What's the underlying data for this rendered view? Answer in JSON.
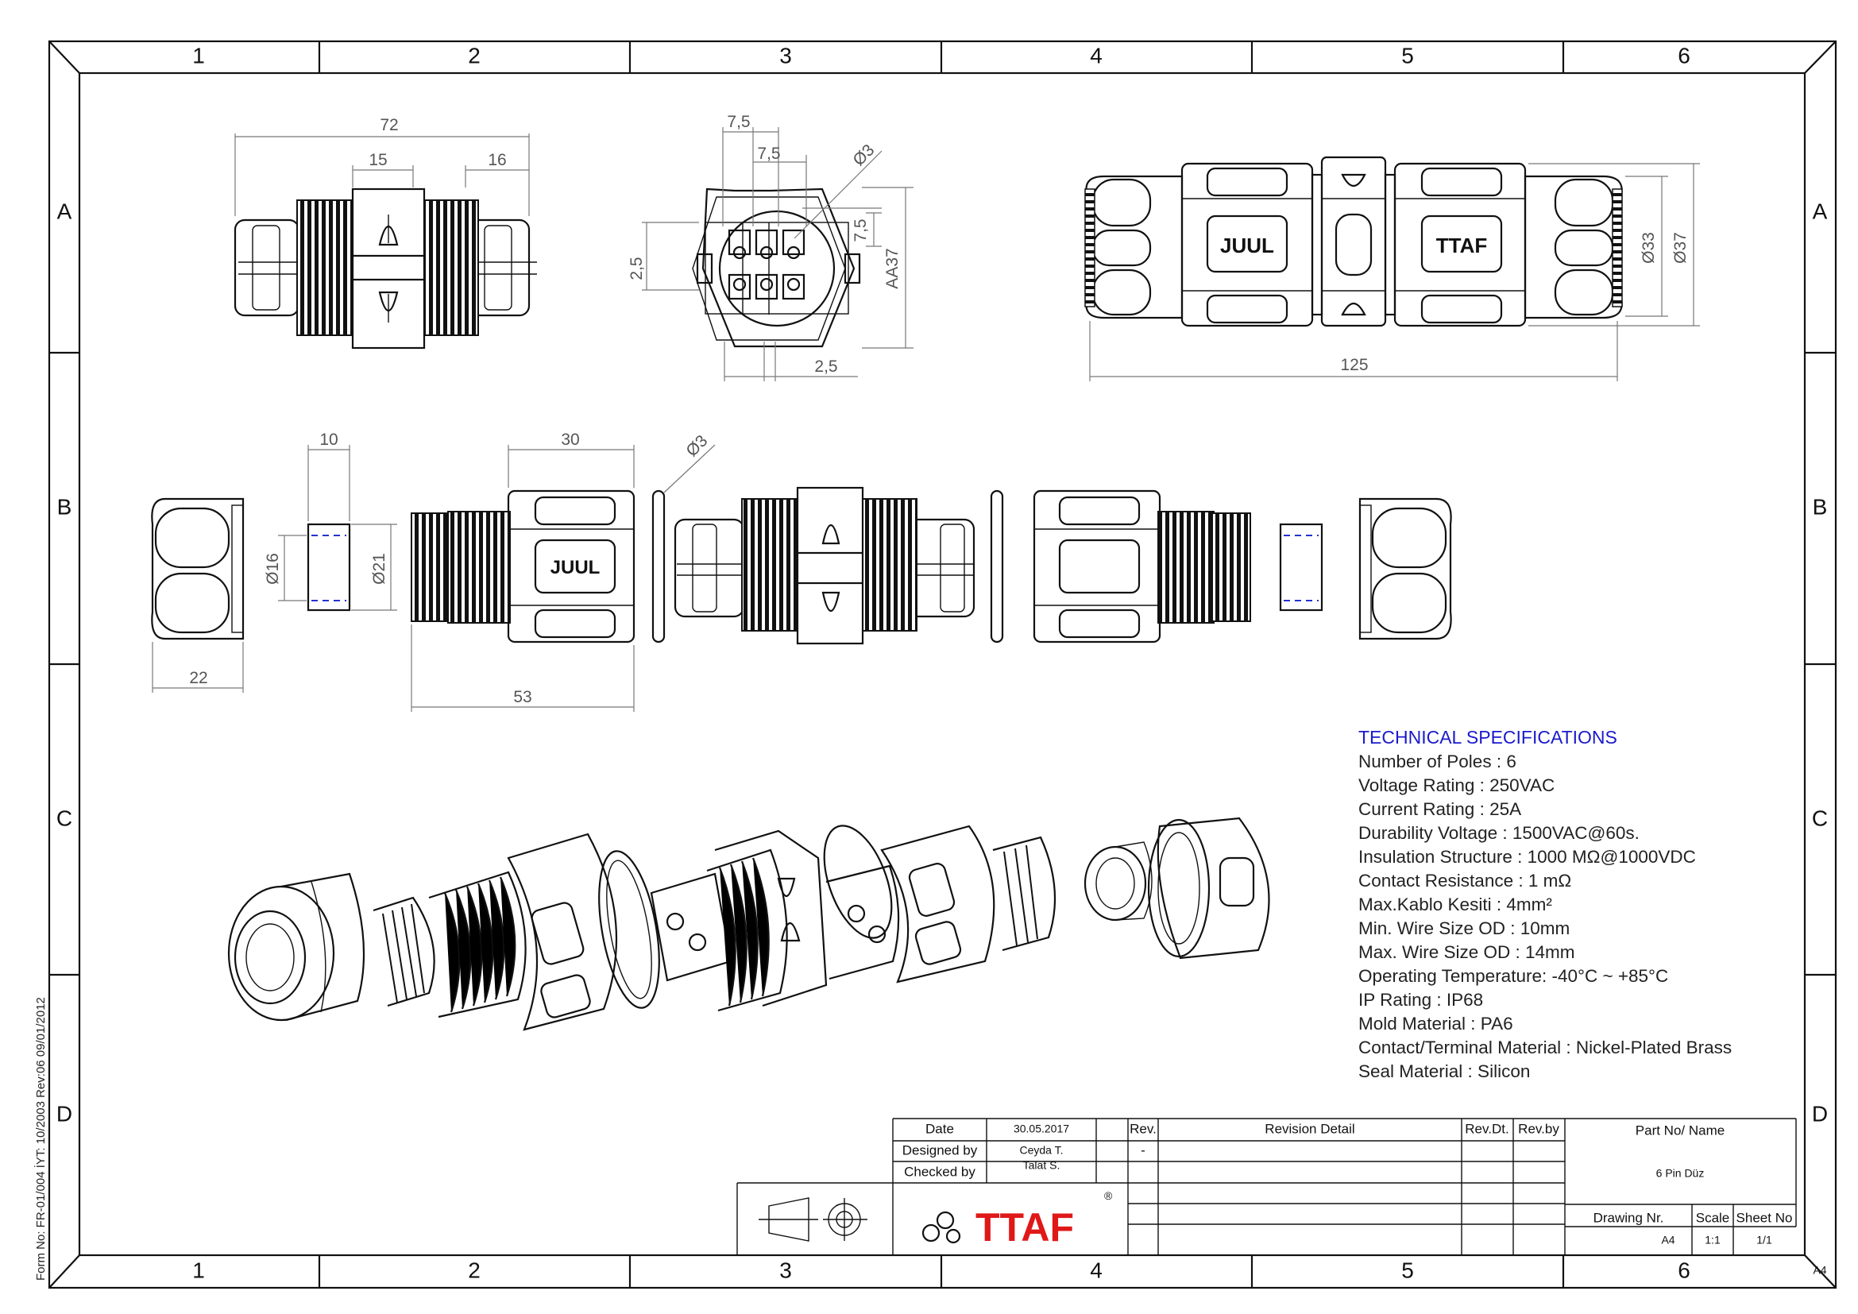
{
  "frame": {
    "columns": [
      "1",
      "2",
      "3",
      "4",
      "5",
      "6"
    ],
    "rows": [
      "A",
      "B",
      "C",
      "D"
    ]
  },
  "side_note": "Form No: FR-01/004  İYT: 10/2003  Rev:06  09/01/2012",
  "corner_label": "A4",
  "dimensions": {
    "top_view": {
      "overall": "72",
      "left": "15",
      "right": "16"
    },
    "front_view": {
      "pitch_a": "7,5",
      "pitch_b": "7,5",
      "pitch_c": "7,5",
      "hole": "Ø3",
      "height": "2,5",
      "across": "AA37",
      "bottom": "2,5"
    },
    "side_view": {
      "d33": "Ø33",
      "d37": "Ø37",
      "length": "125"
    },
    "exploded": {
      "seal_w": "10",
      "width30": "30",
      "oring": "Ø3",
      "d16": "Ø16",
      "d21": "Ø21",
      "cap_w": "22",
      "body_l": "53"
    }
  },
  "specs": {
    "title": "TECHNICAL SPECIFICATIONS",
    "lines": [
      "Number of Poles  : 6",
      "Voltage Rating  : 250VAC",
      "Current Rating  : 25A",
      "Durability Voltage  : 1500VAC@60s.",
      "Insulation Structure : 1000 MΩ@1000VDC",
      "Contact Resistance : 1 mΩ",
      "Max.Kablo Kesiti  : 4mm²",
      "Min. Wire Size OD  : 10mm",
      "Max. Wire Size OD : 14mm",
      "Operating Temperature: -40°C ~ +85°C",
      "IP Rating          : IP68",
      "Mold Material   : PA6",
      "Contact/Terminal Material : Nickel-Plated Brass",
      "Seal Material     : Silicon"
    ]
  },
  "title_block": {
    "date_label": "Date",
    "date_value": "30.05.2017",
    "designed_label": "Designed by",
    "designed_value": "Ceyda T.",
    "checked_label": "Checked by",
    "checked_value": "Talat S.",
    "rev_label": "Rev.",
    "rev_value": "-",
    "revision_detail_label": "Revision Detail",
    "rev_dt_label": "Rev.Dt.",
    "rev_by_label": "Rev.by",
    "part_label": "Part No/ Name",
    "part_value": "6 Pin Düz",
    "drawing_nr_label": "Drawing Nr.",
    "scale_label": "Scale",
    "sheet_label": "Sheet No",
    "drawing_nr_value": "A4",
    "scale_value": "1:1",
    "sheet_value": "1/1",
    "logo_text": "TTAF",
    "logo_mark": "®",
    "connector_mark": "JUUL",
    "connector_mark_b": "TTAF"
  }
}
